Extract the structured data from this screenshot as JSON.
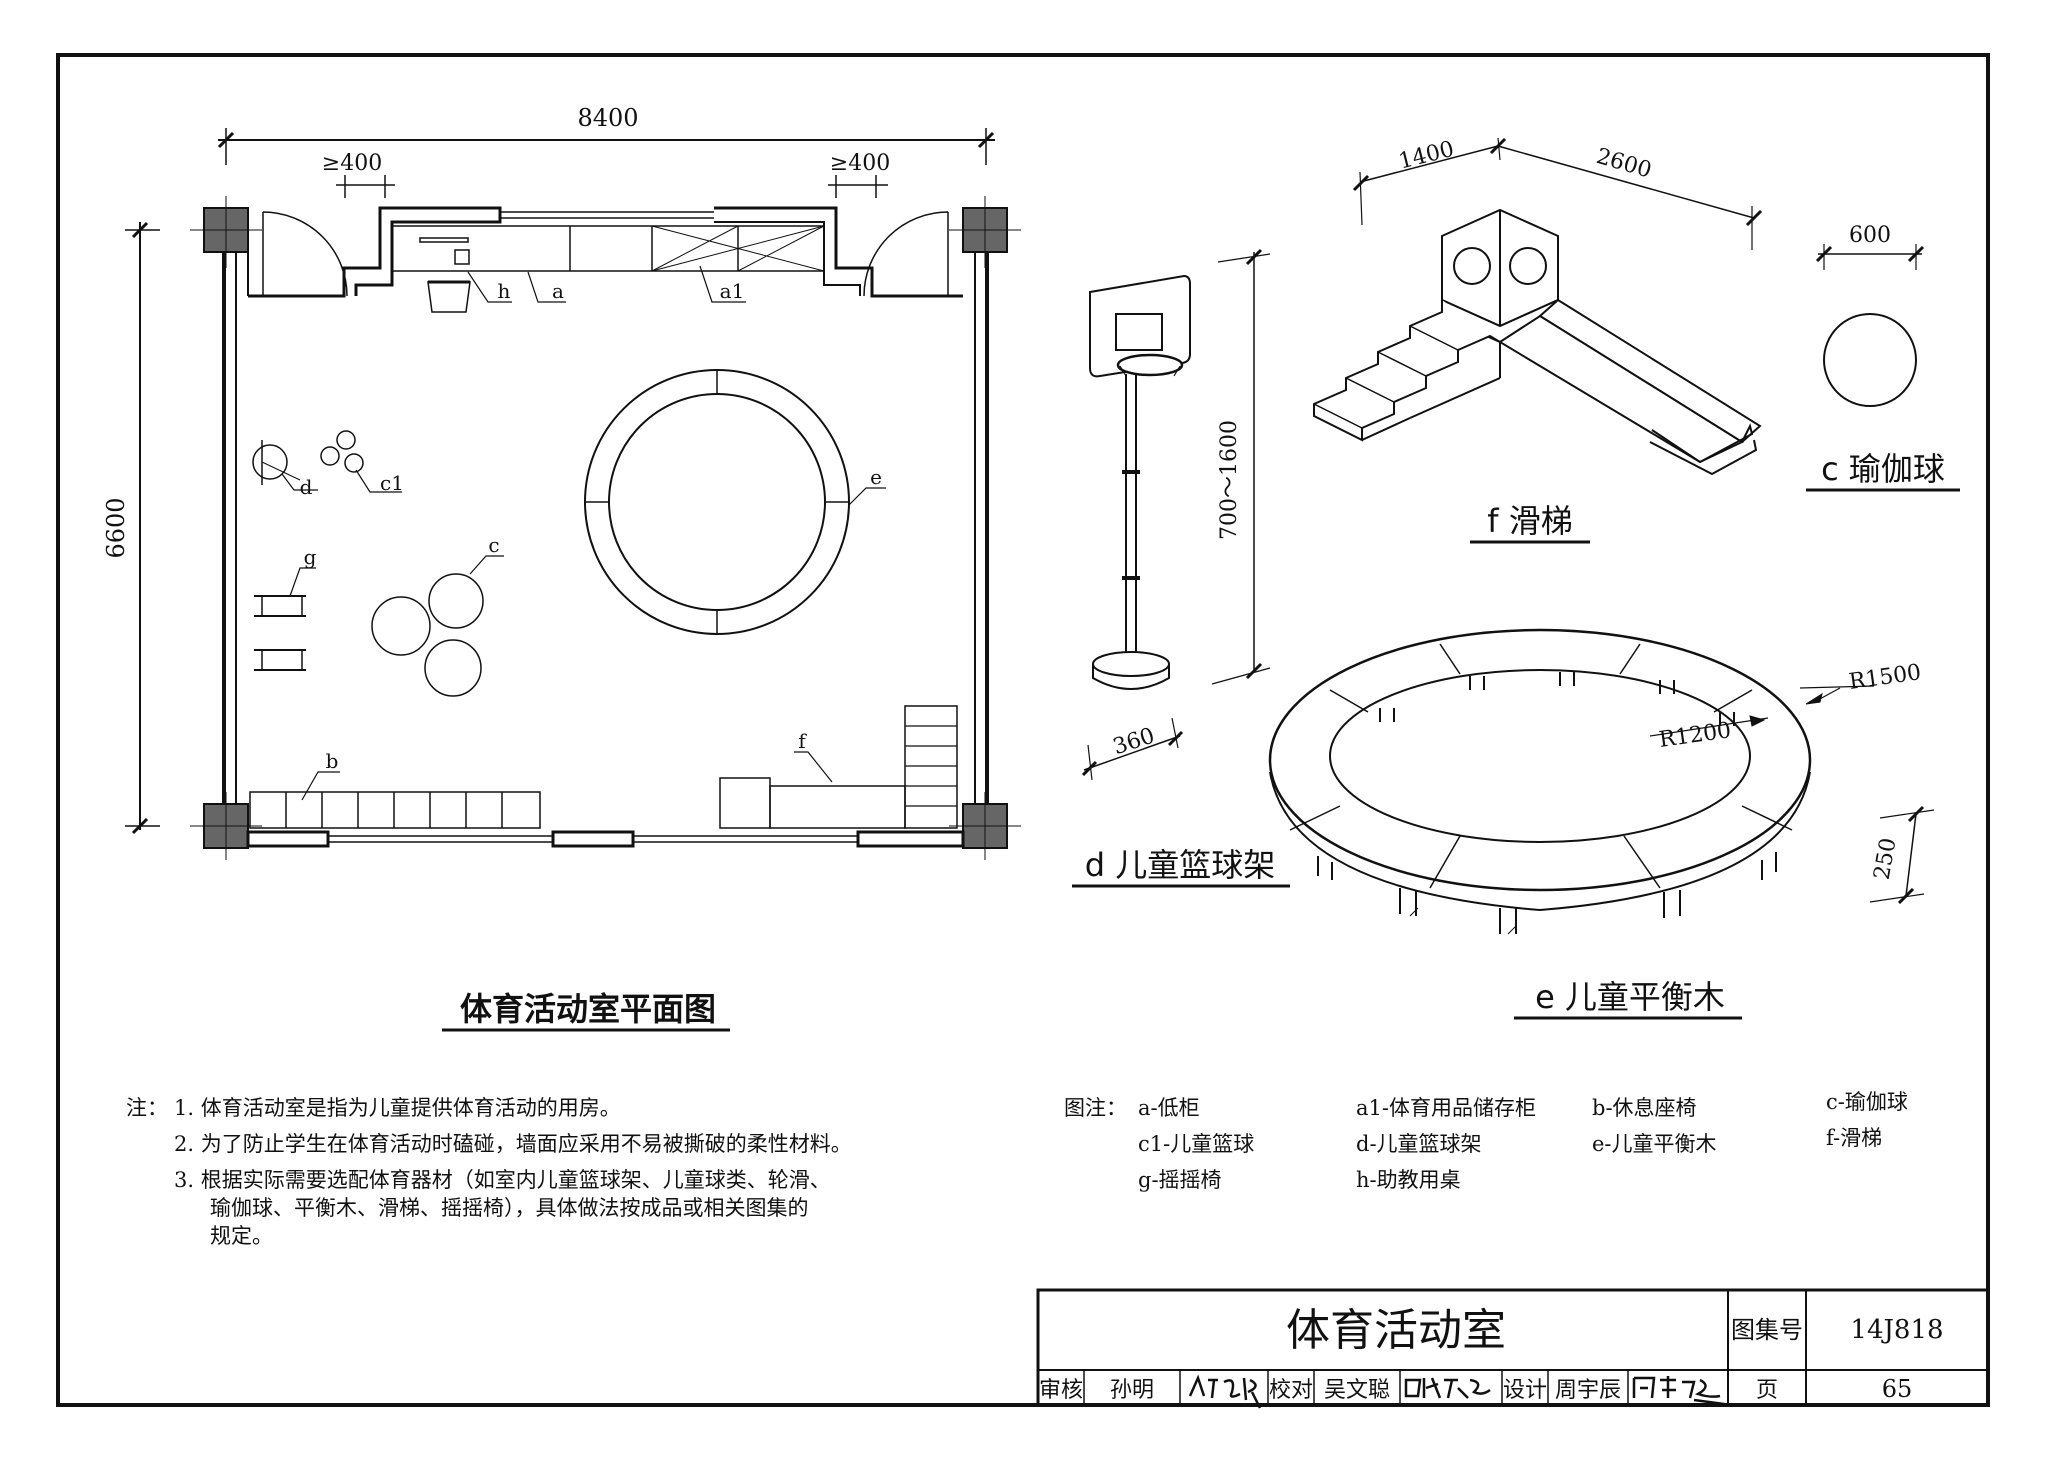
{
  "plan": {
    "title": "体育活动室平面图",
    "dim_width": "8400",
    "dim_height": "6600",
    "dim_gap_left": "≥400",
    "dim_gap_right": "≥400",
    "tag_h": "h",
    "tag_a": "a",
    "tag_a1": "a1",
    "tag_d": "d",
    "tag_c1": "c1",
    "tag_e": "e",
    "tag_g": "g",
    "tag_c": "c",
    "tag_b": "b",
    "tag_f": "f"
  },
  "basketball": {
    "caption": "d 儿童篮球架",
    "dim_height": "700～1600",
    "dim_base": "360"
  },
  "slide": {
    "caption": "f 滑梯",
    "dim_a": "1400",
    "dim_b": "2600"
  },
  "yoga": {
    "caption": "c 瑜伽球",
    "dim": "600"
  },
  "beam": {
    "caption": "e 儿童平衡木",
    "r_outer": "R1500",
    "r_inner": "R1200",
    "height": "250"
  },
  "notes": {
    "label": "注：",
    "items": [
      "1. 体育活动室是指为儿童提供体育活动的用房。",
      "2. 为了防止学生在体育活动时磕碰，墙面应采用不易被撕破的柔性材料。",
      "3. 根据实际需要选配体育器材（如室内儿童篮球架、儿童球类、轮滑、",
      "瑜伽球、平衡木、滑梯、摇摇椅），具体做法按成品或相关图集的",
      "规定。"
    ]
  },
  "legend": {
    "label": "图注：",
    "a": "a-低柜",
    "a1": "a1-体育用品储存柜",
    "b": "b-休息座椅",
    "c": "c-瑜伽球",
    "c1": "c1-儿童篮球",
    "d": "d-儿童篮球架",
    "e": "e-儿童平衡木",
    "f": "f-滑梯",
    "g": "g-摇摇椅",
    "h": "h-助教用桌"
  },
  "titleblock": {
    "title": "体育活动室",
    "atlas_label": "图集号",
    "atlas_no": "14J818",
    "review_label": "审核",
    "reviewer": "孙明",
    "check_label": "校对",
    "checker": "吴文聪",
    "design_label": "设计",
    "designer": "周宇辰",
    "page_label": "页",
    "page_no": "65"
  }
}
